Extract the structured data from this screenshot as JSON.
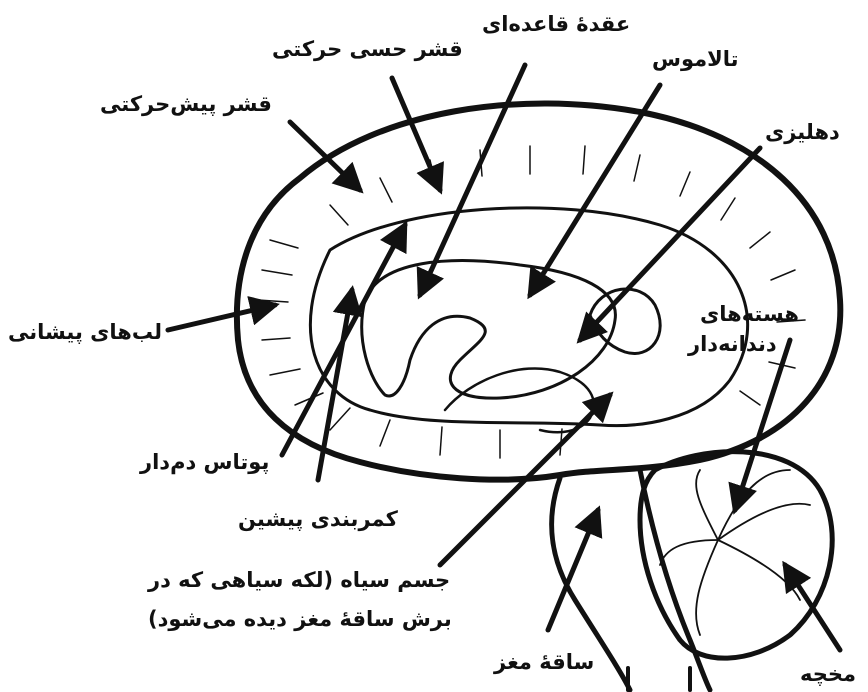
{
  "labels": {
    "basal_ganglia": "عقدهٔ قاعده‌ای",
    "sensorimotor_cortex": "قشر حسی حرکتی",
    "thalamus": "تالاموس",
    "premotor_cortex": "قشر پیش‌حرکتی",
    "vestibular": "دهلیزی",
    "frontal_lobes": "لب‌های پیشانی",
    "dentate_nuclei_line1": "هسته‌های",
    "dentate_nuclei_line2": "دندانه‌دار",
    "caudate_putamen": "پوتاس دم‌دار",
    "anterior_cingulate": "کمربندی پیشین",
    "substantia_nigra_line1": "جسم سیاه (لکه سیاهی که در",
    "substantia_nigra_line2": "برش ساقهٔ مغز دیده می‌شود)",
    "brainstem": "ساقهٔ مغز",
    "cerebellum": "مخچه"
  }
}
